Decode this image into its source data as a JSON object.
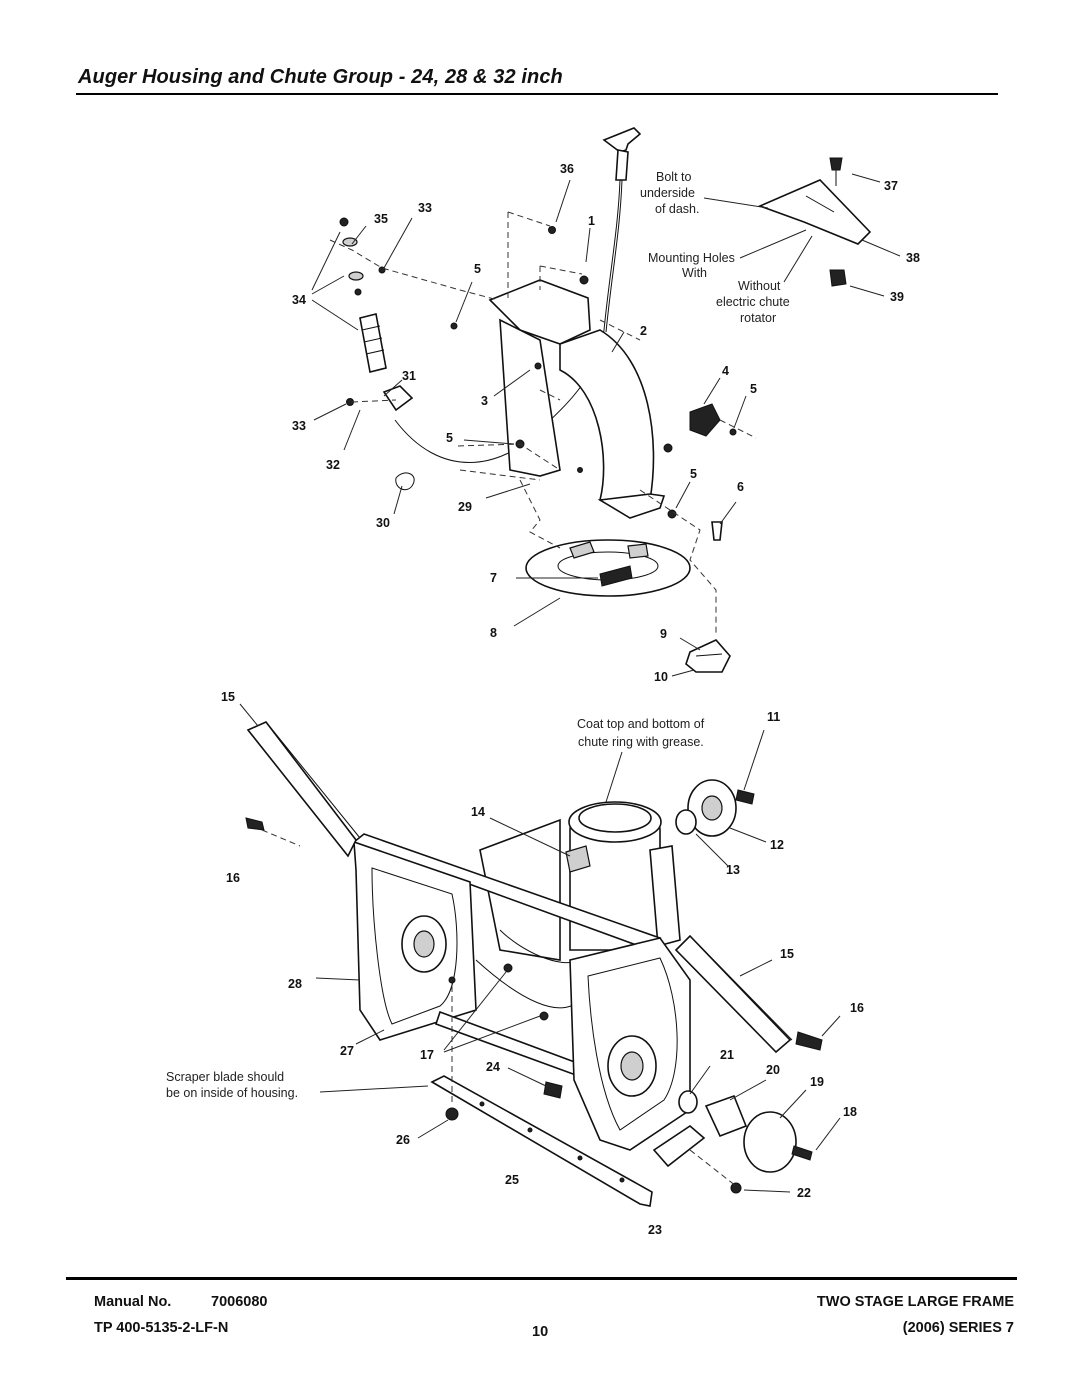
{
  "title": "Auger Housing and Chute Group - 24, 28 & 32 inch",
  "footer": {
    "manual_label": "Manual No.",
    "manual_no": "7006080",
    "tp_no": "TP 400-5135-2-LF-N",
    "page_no": "10",
    "frame": "TWO STAGE LARGE FRAME",
    "series": "(2006) SERIES 7"
  },
  "notes": {
    "bolt_l1": "Bolt to",
    "bolt_l2": "underside",
    "bolt_l3": "of dash.",
    "mount_l1": "Mounting Holes",
    "mount_l2": "With",
    "without_l1": "Without",
    "without_l2": "electric chute",
    "without_l3": "rotator",
    "coat_l1": "Coat top and bottom of",
    "coat_l2": "chute ring with grease.",
    "scraper_l1": "Scraper blade should",
    "scraper_l2": "be on inside of housing."
  },
  "callouts": {
    "c1": "1",
    "c2": "2",
    "c3": "3",
    "c4": "4",
    "c5": "5",
    "c6": "6",
    "c7": "7",
    "c8": "8",
    "c9": "9",
    "c10": "10",
    "c11": "11",
    "c12": "12",
    "c13": "13",
    "c14": "14",
    "c15": "15",
    "c16": "16",
    "c17": "17",
    "c18": "18",
    "c19": "19",
    "c20": "20",
    "c21": "21",
    "c22": "22",
    "c23": "23",
    "c24": "24",
    "c25": "25",
    "c26": "26",
    "c27": "27",
    "c28": "28",
    "c29": "29",
    "c30": "30",
    "c31": "31",
    "c32": "32",
    "c33": "33",
    "c34": "34",
    "c35": "35",
    "c36": "36",
    "c37": "37",
    "c38": "38",
    "c39": "39"
  }
}
